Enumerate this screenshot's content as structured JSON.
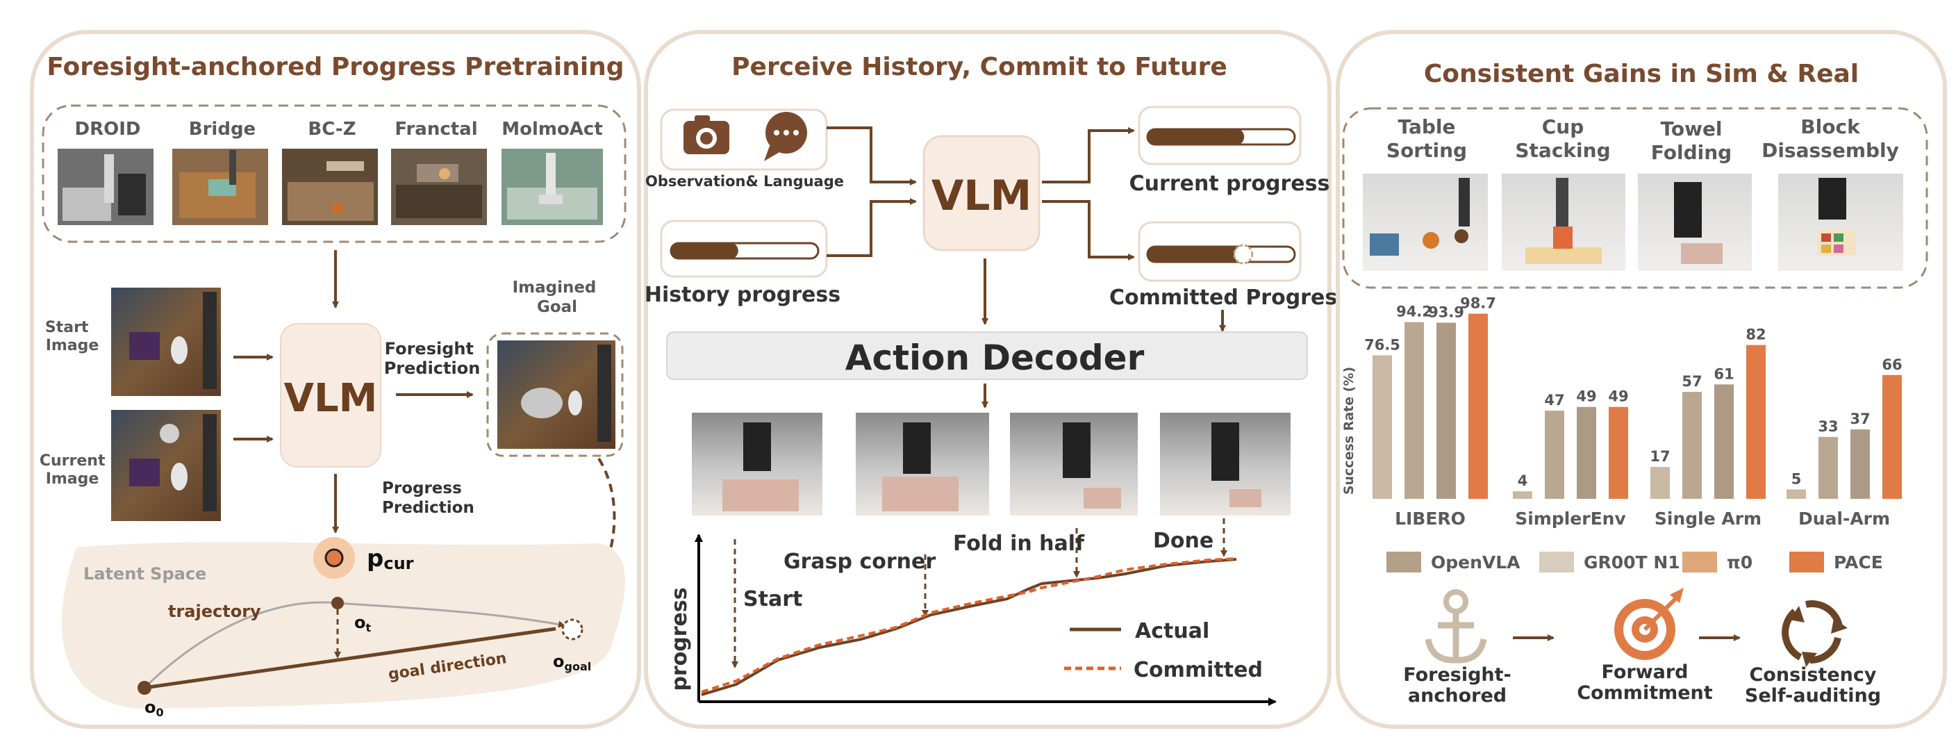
{
  "panel1": {
    "title": "Foresight-anchored Progress Pretraining",
    "datasets": [
      "DROID",
      "Bridge",
      "BC-Z",
      "Franctal",
      "MolmoAct"
    ],
    "start_image_lines": [
      "Start",
      "Image"
    ],
    "current_image_lines": [
      "Current",
      "Image"
    ],
    "vlm": "VLM",
    "foresight_lines": [
      "Foresight",
      "Prediction"
    ],
    "imagined_lines": [
      "Imagined",
      "Goal"
    ],
    "progress_pred_lines": [
      "Progress",
      "Prediction"
    ],
    "p_cur": "p",
    "p_cur_sub": "cur",
    "latent_space": "Latent Space",
    "trajectory": "trajectory",
    "goal_direction": "goal direction",
    "o_t": "o",
    "o_t_sub": "t",
    "o_0": "o",
    "o_0_sub": "0",
    "o_goal": "o",
    "o_goal_sub": "goal"
  },
  "panel2": {
    "title": "Perceive History, Commit to Future",
    "obs_lang": "Observation& Language",
    "history_progress": "History progress",
    "history_fill": 0.4,
    "vlm": "VLM",
    "current_progress": "Current progress",
    "current_fill": 0.6,
    "committed_progress": "Committed Progress",
    "committed_fill": 0.65,
    "action_decoder": "Action Decoder",
    "y_axis": "progress",
    "stages": [
      "Start",
      "Grasp corner",
      "Fold in half",
      "Done"
    ],
    "legend_actual": "Actual",
    "legend_committed": "Committed"
  },
  "panel3": {
    "title": "Consistent Gains in Sim & Real",
    "tasks": [
      {
        "line1": "Table",
        "line2": "Sorting"
      },
      {
        "line1": "Cup",
        "line2": "Stacking"
      },
      {
        "line1": "Towel",
        "line2": "Folding"
      },
      {
        "line1": "Block",
        "line2": "Disassembly"
      }
    ],
    "pillars": [
      {
        "line1": "Foresight-",
        "line2": "anchored"
      },
      {
        "line1": "Forward",
        "line2": "Commitment"
      },
      {
        "line1": "Consistency",
        "line2": "Self-auditing"
      }
    ]
  },
  "chart_data": {
    "type": "bar",
    "ylabel": "Success Rate (%)",
    "categories": [
      "LIBERO",
      "SimplerEnv",
      "Single Arm",
      "Dual-Arm"
    ],
    "series": [
      {
        "name": "OpenVLA",
        "color": "#c9b8a2",
        "values": [
          76.5,
          4,
          17,
          5
        ]
      },
      {
        "name": "GR00T N1",
        "color": "#baa791",
        "values": [
          94.2,
          47,
          57,
          33
        ]
      },
      {
        "name": "π0",
        "color": "#ad9a84",
        "values": [
          93.9,
          49,
          61,
          37
        ]
      },
      {
        "name": "PACE",
        "color": "#e07b46",
        "values": [
          98.7,
          49,
          82,
          66
        ]
      }
    ],
    "legend_colors": [
      "#b3a089",
      "#d8ccbc",
      "#dda77a",
      "#e07b46"
    ],
    "ylim": [
      0,
      100
    ],
    "legend_position": "bottom",
    "grid": false
  },
  "colors": {
    "brown": "#6b4426",
    "accent": "#e07b46",
    "panel_border": "#e6d8cb",
    "latent_bg": "#f6ebe0"
  }
}
